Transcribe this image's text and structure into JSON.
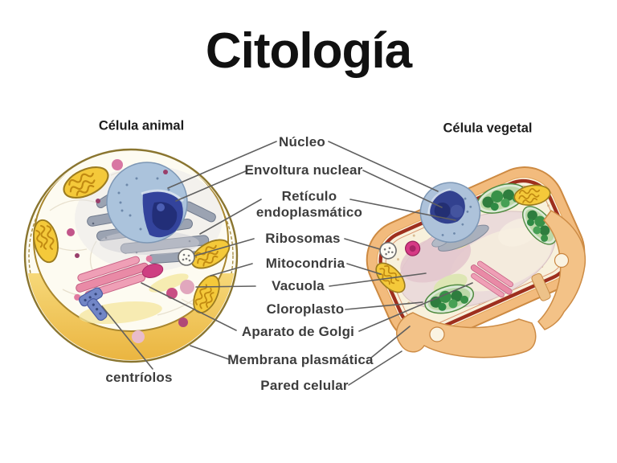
{
  "title": "Citología",
  "cells": {
    "animal": {
      "heading": "Célula animal",
      "structure_label": "centríolos"
    },
    "vegetal": {
      "heading": "Célula vegetal"
    }
  },
  "organelle_labels": [
    {
      "id": "nucleo",
      "text": "Núcleo"
    },
    {
      "id": "envoltura-nuclear",
      "text": "Envoltura nuclear"
    },
    {
      "id": "reticulo-endoplasmatico",
      "text": "Retículo\nendoplasmático"
    },
    {
      "id": "ribosomas",
      "text": "Ribosomas"
    },
    {
      "id": "mitocondria",
      "text": "Mitocondria"
    },
    {
      "id": "vacuola",
      "text": "Vacuola"
    },
    {
      "id": "cloroplasto",
      "text": "Cloroplasto"
    },
    {
      "id": "aparato-de-golgi",
      "text": "Aparato de Golgi"
    },
    {
      "id": "membrana-plasmatica",
      "text": "Membrana plasmática"
    },
    {
      "id": "pared-celular",
      "text": "Pared celular"
    }
  ],
  "palette": {
    "title_color": "#111111",
    "label_color": "#3d3d3d",
    "leader_line_color": "#606060",
    "animal_membrane_olive": "#8a752f",
    "cytoplasm_cream": "#fdfbf1",
    "cell_base_yellow": "#eab33e",
    "nucleus_blue": "#33439c",
    "nucleus_shell_blue": "#abc3dc",
    "mitochondria_yellow": "#f4c93a",
    "golgi_pink": "#e98aa6",
    "chloroplast_green": "#2e7d3e",
    "plant_wall_orange": "#f2bb7d",
    "plant_membrane_red": "#9e2f1e",
    "vesicle_magenta": "#ce3f82",
    "centriole_blue": "#7286c6",
    "er_gray": "#9ba3b2"
  }
}
